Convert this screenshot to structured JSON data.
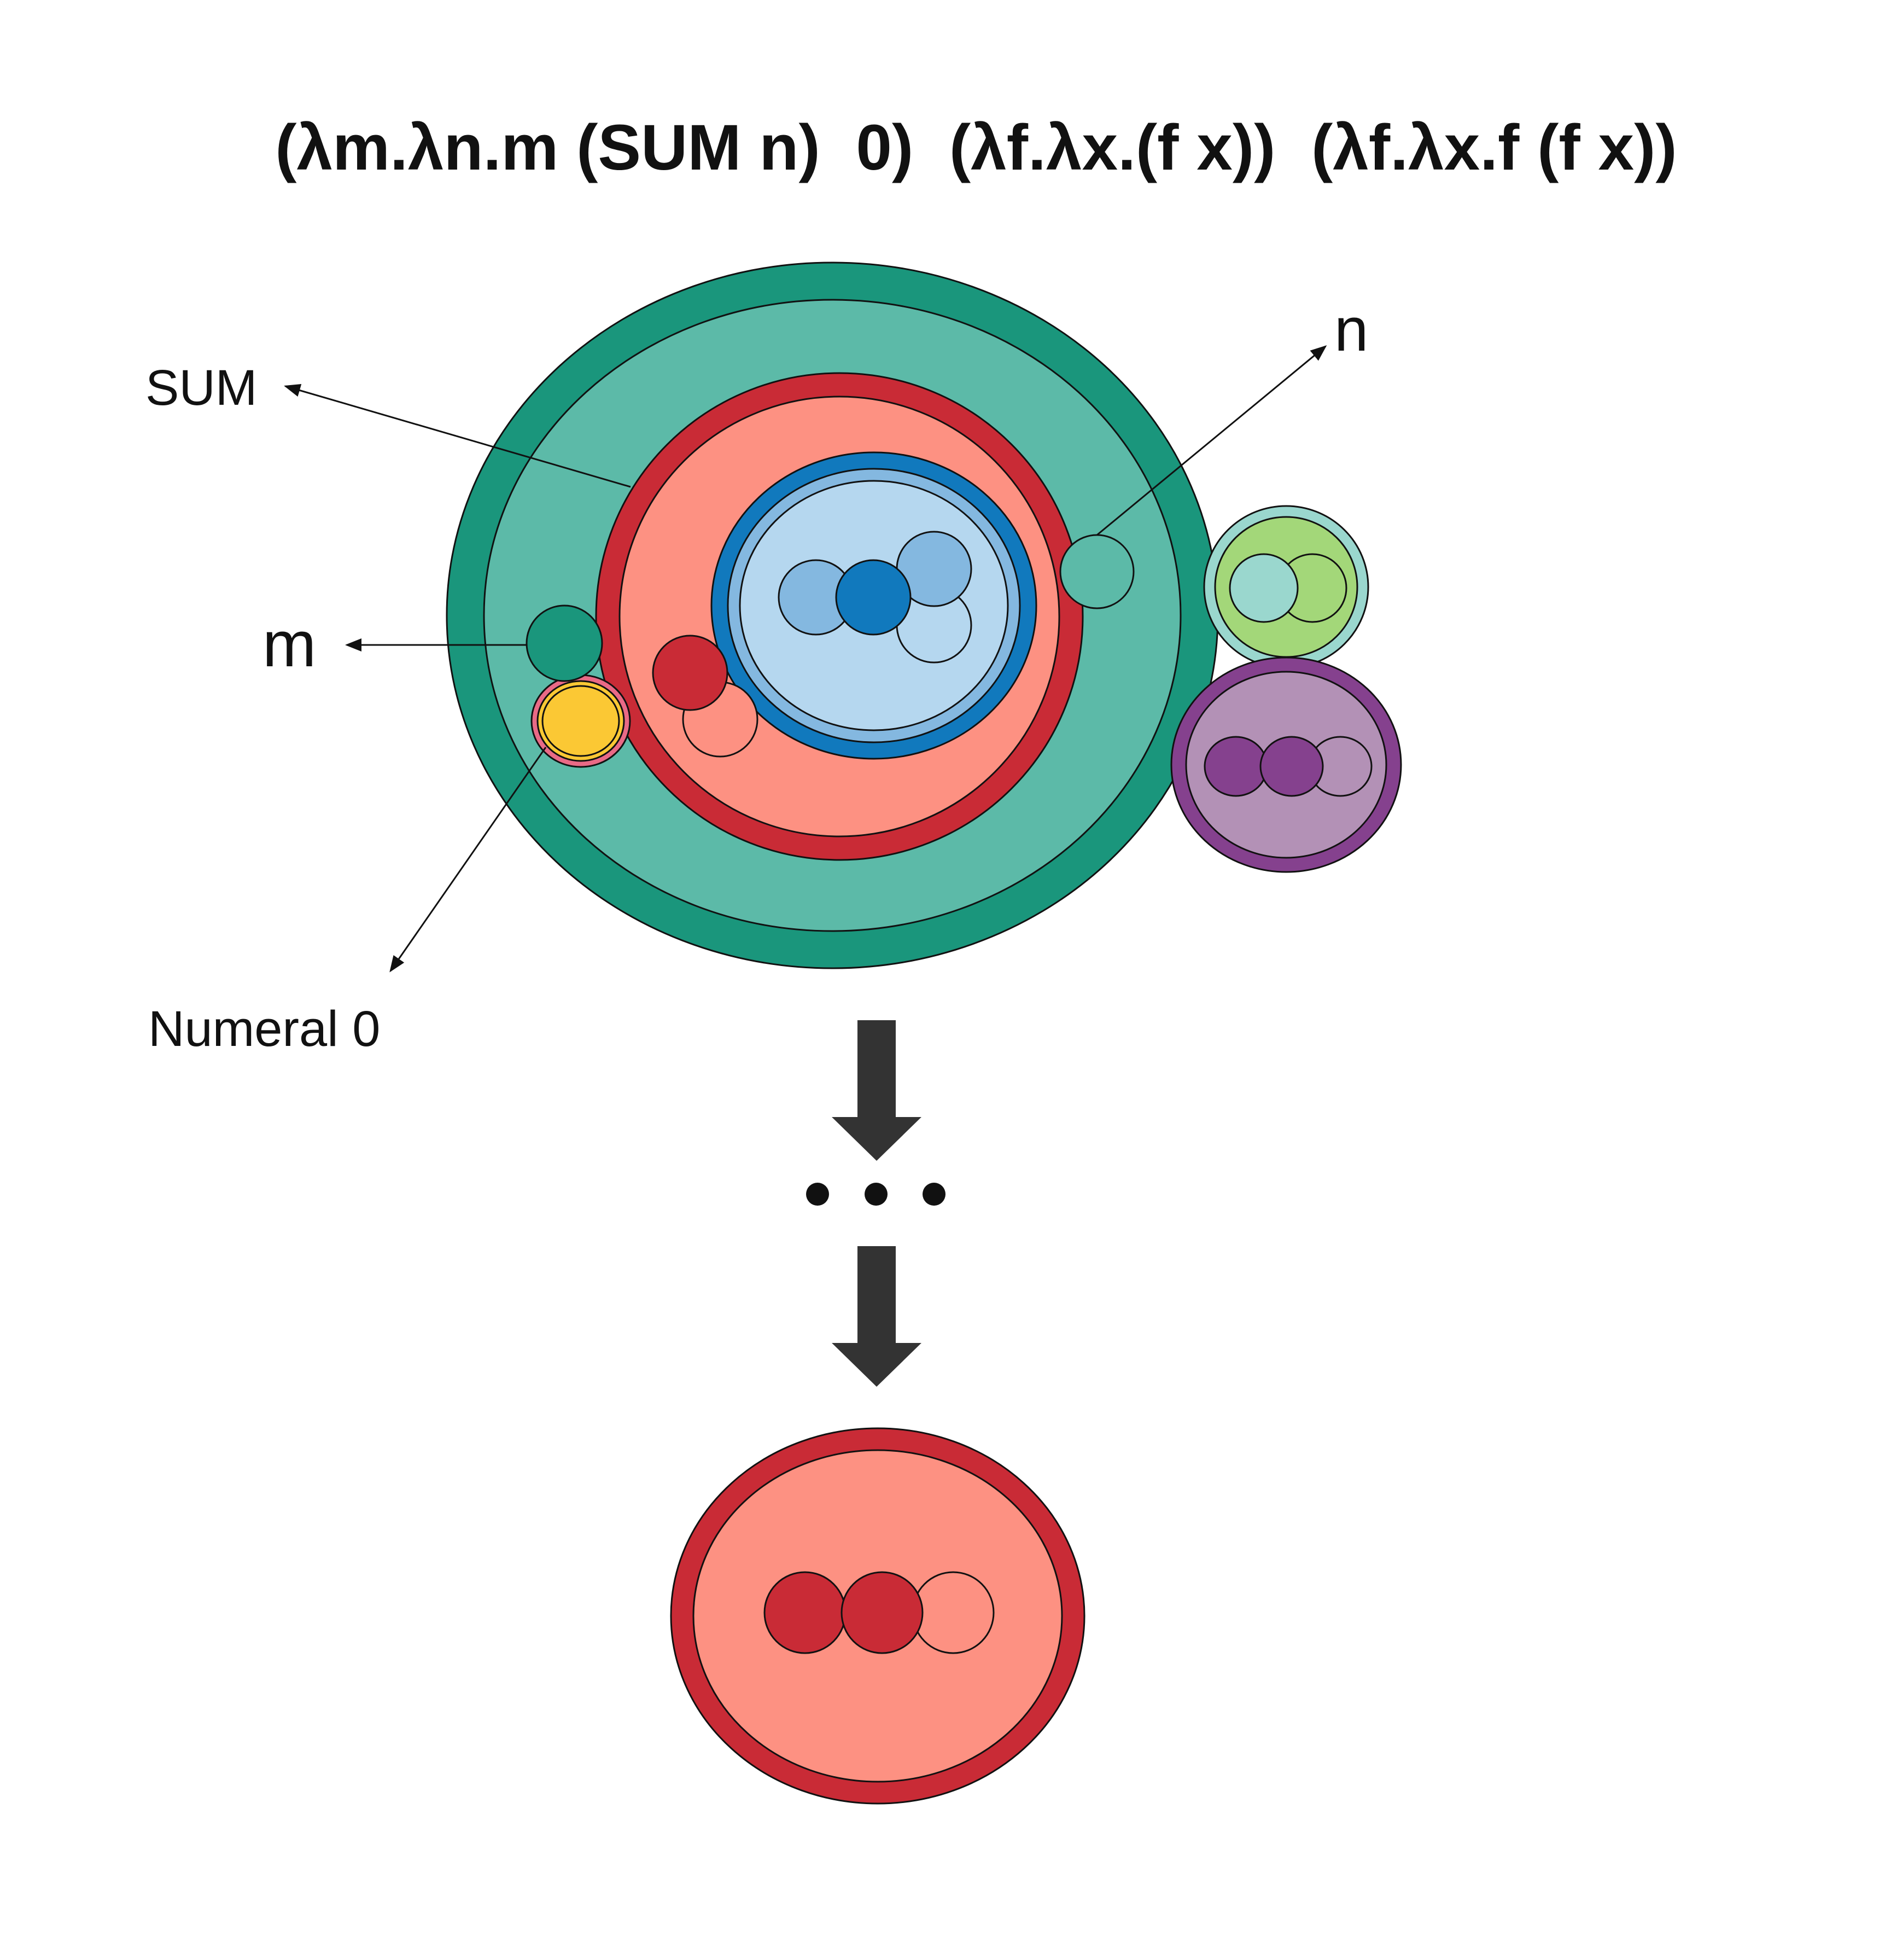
{
  "title": "(λm.λn.m (SUM n)  0)  (λf.λx.(f x))  (λf.λx.f (f x))",
  "labels": {
    "sum": "SUM",
    "n": "n",
    "m": "m",
    "numeral_zero": "Numeral 0"
  },
  "colors": {
    "green_dark": "#1a967c",
    "green_light": "#5cbaa8",
    "red_dark": "#c92b36",
    "red_light": "#fd9182",
    "blue_dark": "#1179bd",
    "blue_mid": "#84b8e0",
    "blue_light": "#b5d7ef",
    "yellow": "#fbc834",
    "pink": "#e96a86",
    "lime": "#a3d779",
    "mint": "#9ad7ce",
    "purple_dark": "#85418e",
    "purple_light": "#b391b6",
    "arrow": "#333333"
  }
}
